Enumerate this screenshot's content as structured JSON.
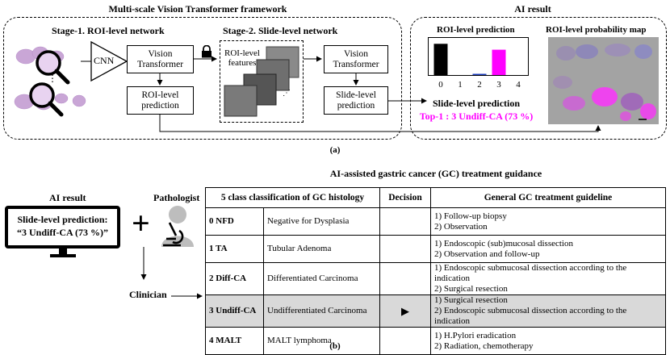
{
  "part_a": {
    "framework_title": "Multi-scale Vision Transformer framework",
    "ai_result_title": "AI result",
    "stage1_title": "Stage-1. ROI-level network",
    "stage2_title": "Stage-2. Slide-level network",
    "ellipsis": "⋮",
    "cnn_label": "CNN",
    "vit1_label": "Vision Transformer",
    "roi_pred_label": "ROI-level prediction",
    "roi_features_label": "ROI-level features",
    "vit2_label": "Vision Transformer",
    "slide_pred_label": "Slide-level prediction",
    "roi_pred_title": "ROI-level prediction",
    "prob_map_title": "ROI-level probability map",
    "slide_pred_title": "Slide-level prediction",
    "top1_text": "Top-1 : 3 Undiff-CA (73 %)",
    "caption": "(a)",
    "colors": {
      "accent": "#ff00ff",
      "bar_main": "#000000",
      "bar_low": "#1f3fbf"
    }
  },
  "chart_data": {
    "type": "bar",
    "categories": [
      "0",
      "1",
      "2",
      "3",
      "4"
    ],
    "values": [
      0.9,
      0.0,
      0.02,
      0.73,
      0.0
    ],
    "colors": [
      "#000000",
      "#000000",
      "#1f3fbf",
      "#ff00ff",
      "#000000"
    ],
    "title": "ROI-level prediction",
    "ylim": [
      0,
      1
    ]
  },
  "part_b": {
    "title": "AI-assisted gastric cancer (GC) treatment guidance",
    "ai_result_label": "AI result",
    "pathologist_label": "Pathologist",
    "monitor_line1": "Slide-level prediction:",
    "monitor_line2": "“3 Undiff-CA (73 %)”",
    "clinician_label": "Clinician",
    "plus_sign": "+",
    "caption": "(b)",
    "table": {
      "headers": [
        "5 class classification of GC histology",
        "Decision",
        "General GC treatment guideline"
      ],
      "rows": [
        {
          "code": "0 NFD",
          "name": "Negative for Dysplasia",
          "decision": "",
          "g1": "1) Follow-up biopsy",
          "g2": "2) Observation"
        },
        {
          "code": "1 TA",
          "name": "Tubular Adenoma",
          "decision": "",
          "g1": "1) Endoscopic (sub)mucosal dissection",
          "g2": "2) Observation and follow-up"
        },
        {
          "code": "2 Diff-CA",
          "name": "Differentiated Carcinoma",
          "decision": "",
          "g1": "1) Endoscopic submucosal dissection according to the indication",
          "g2": "2) Surgical resection"
        },
        {
          "code": "3 Undiff-CA",
          "name": "Undifferentiated Carcinoma",
          "decision": "▶",
          "g1": "1) Surgical resection",
          "g2": "2) Endoscopic submucosal dissection according to the indication"
        },
        {
          "code": "4 MALT",
          "name": "MALT lymphoma",
          "decision": "",
          "g1": "1) H.Pylori eradication",
          "g2": "2) Radiation, chemotherapy"
        }
      ]
    }
  }
}
